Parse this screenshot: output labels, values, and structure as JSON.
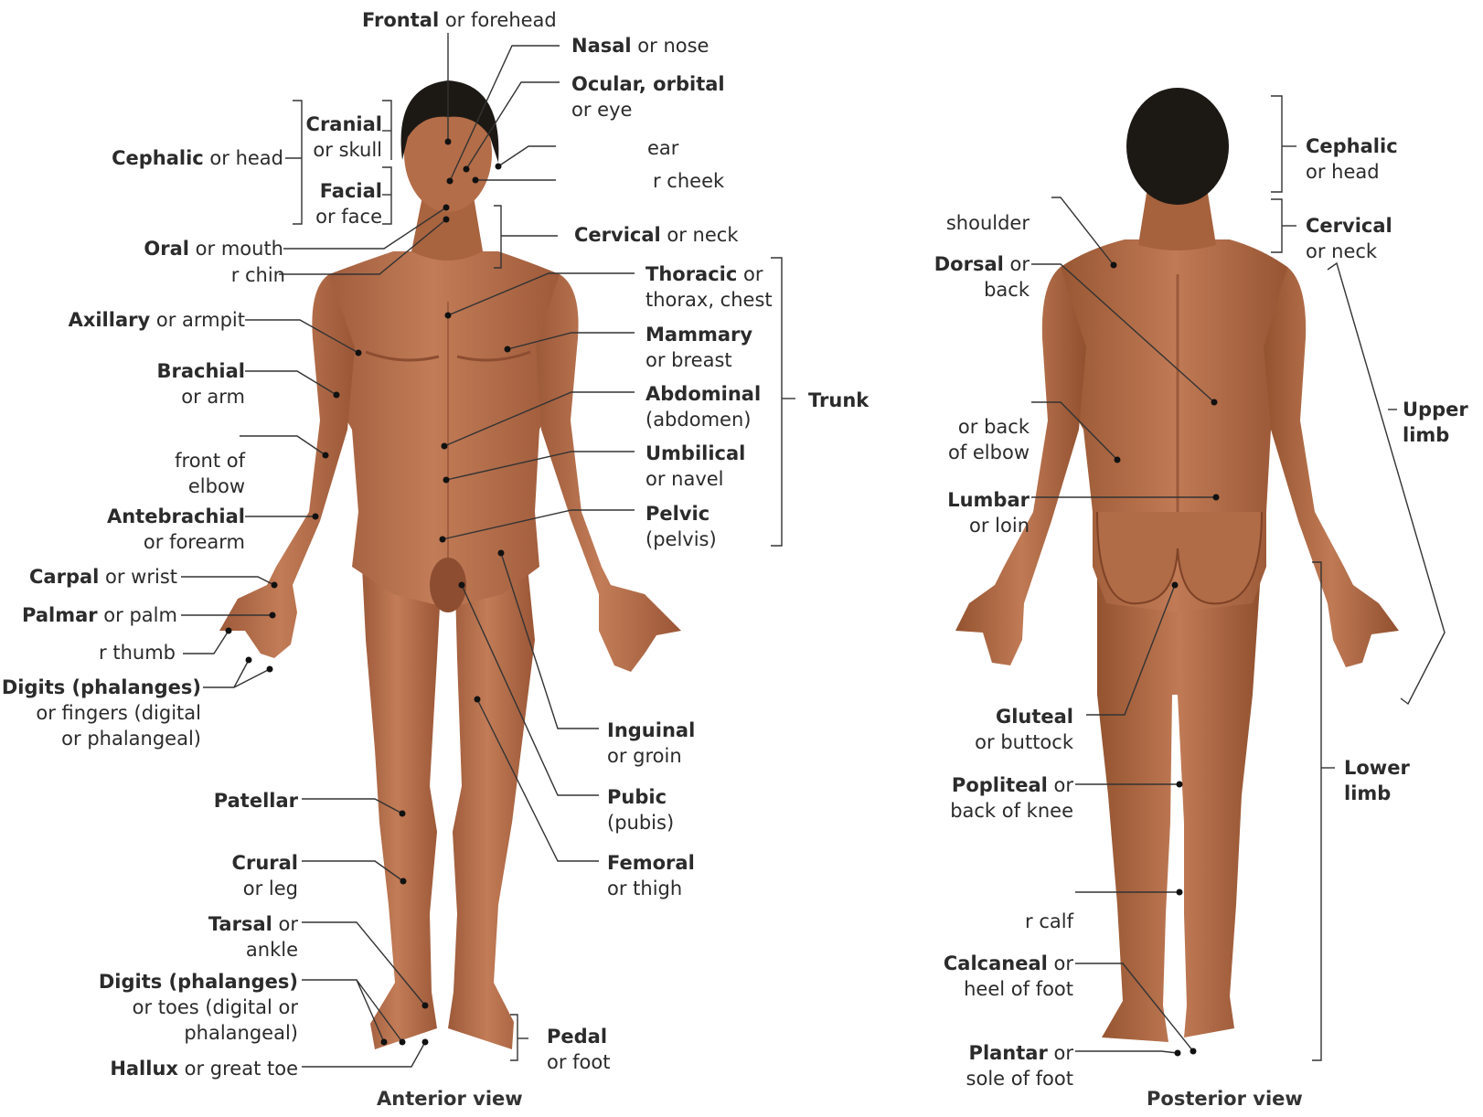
{
  "anterior": {
    "caption": "Anterior view",
    "labels": {
      "frontal": {
        "b": "Frontal",
        "t": " or forehead"
      },
      "nasal": {
        "b": "Nasal",
        "t": " or nose"
      },
      "ocular": {
        "b": "Ocular, orbital",
        "t2": "or eye"
      },
      "otic": {
        "t": "ear"
      },
      "buccal": {
        "t": "r cheek"
      },
      "cephalic": {
        "b": "Cephalic",
        "t": " or head"
      },
      "cranial": {
        "b": "Cranial",
        "t2": "or skull"
      },
      "facial": {
        "b": "Facial",
        "t2": "or face"
      },
      "oral": {
        "b": "Oral",
        "t": " or mouth"
      },
      "mental": {
        "t": "r chin"
      },
      "cervical": {
        "b": "Cervical",
        "t": " or neck"
      },
      "axillary": {
        "b": "Axillary",
        "t": " or armpit"
      },
      "brachial": {
        "b": "Brachial",
        "t2": "or arm"
      },
      "antecubital": {
        "t": "front of",
        "t2": "elbow"
      },
      "antebrachial": {
        "b": "Antebrachial",
        "t2": "or forearm"
      },
      "carpal": {
        "b": "Carpal",
        "t": " or wrist"
      },
      "palmar": {
        "b": "Palmar",
        "t": " or palm"
      },
      "pollex": {
        "t": "r thumb"
      },
      "digits_hand": {
        "b": "Digits (phalanges)",
        "t2": "or fingers (digital",
        "t3": "or phalangeal)"
      },
      "thoracic": {
        "b": "Thoracic",
        "t": " or",
        "t2": "thorax, chest"
      },
      "mammary": {
        "b": "Mammary",
        "t2": "or breast"
      },
      "abdominal": {
        "b": "Abdominal",
        "t2": "(abdomen)"
      },
      "umbilical": {
        "b": "Umbilical",
        "t2": "or navel"
      },
      "pelvic": {
        "b": "Pelvic",
        "t2": "(pelvis)"
      },
      "trunk": {
        "b": "Trunk"
      },
      "inguinal": {
        "b": "Inguinal",
        "t2": "or groin"
      },
      "pubic": {
        "b": "Pubic",
        "t2": "(pubis)"
      },
      "femoral": {
        "b": "Femoral",
        "t2": "or thigh"
      },
      "patellar": {
        "b": "Patellar"
      },
      "crural": {
        "b": "Crural",
        "t2": "or leg"
      },
      "tarsal": {
        "b": "Tarsal",
        "t": " or",
        "t2": "ankle"
      },
      "digits_foot": {
        "b": "Digits (phalanges)",
        "t2": "or toes (digital or",
        "t3": "phalangeal)"
      },
      "hallux": {
        "b": "Hallux",
        "t": " or great toe"
      },
      "pedal": {
        "b": "Pedal",
        "t2": "or foot"
      }
    }
  },
  "posterior": {
    "caption": "Posterior view",
    "labels": {
      "acromial": {
        "t": "shoulder"
      },
      "dorsal": {
        "b": "Dorsal",
        "t": " or",
        "t2": "back"
      },
      "olecranal": {
        "t": "or back",
        "t2": "of elbow"
      },
      "lumbar": {
        "b": "Lumbar",
        "t2": "or loin"
      },
      "gluteal": {
        "b": "Gluteal",
        "t2": "or buttock"
      },
      "popliteal": {
        "b": "Popliteal",
        "t": " or",
        "t2": "back of knee"
      },
      "sural": {
        "t": "r calf"
      },
      "calcaneal": {
        "b": "Calcaneal",
        "t": " or",
        "t2": "heel of foot"
      },
      "plantar": {
        "b": "Plantar",
        "t": " or",
        "t2": "sole of foot"
      },
      "cephalic": {
        "b": "Cephalic",
        "t2": "or head"
      },
      "cervical": {
        "b": "Cervical",
        "t2": "or neck"
      },
      "upper_limb": {
        "b": "Upper",
        "b2": "limb"
      },
      "lower_limb": {
        "b": "Lower",
        "b2": "limb"
      }
    }
  },
  "colors": {
    "skin": "#b66f4b",
    "skin_shadow": "#8d4d31",
    "skin_light": "#cf8a63",
    "hair": "#1c1915",
    "line": "#333333"
  }
}
